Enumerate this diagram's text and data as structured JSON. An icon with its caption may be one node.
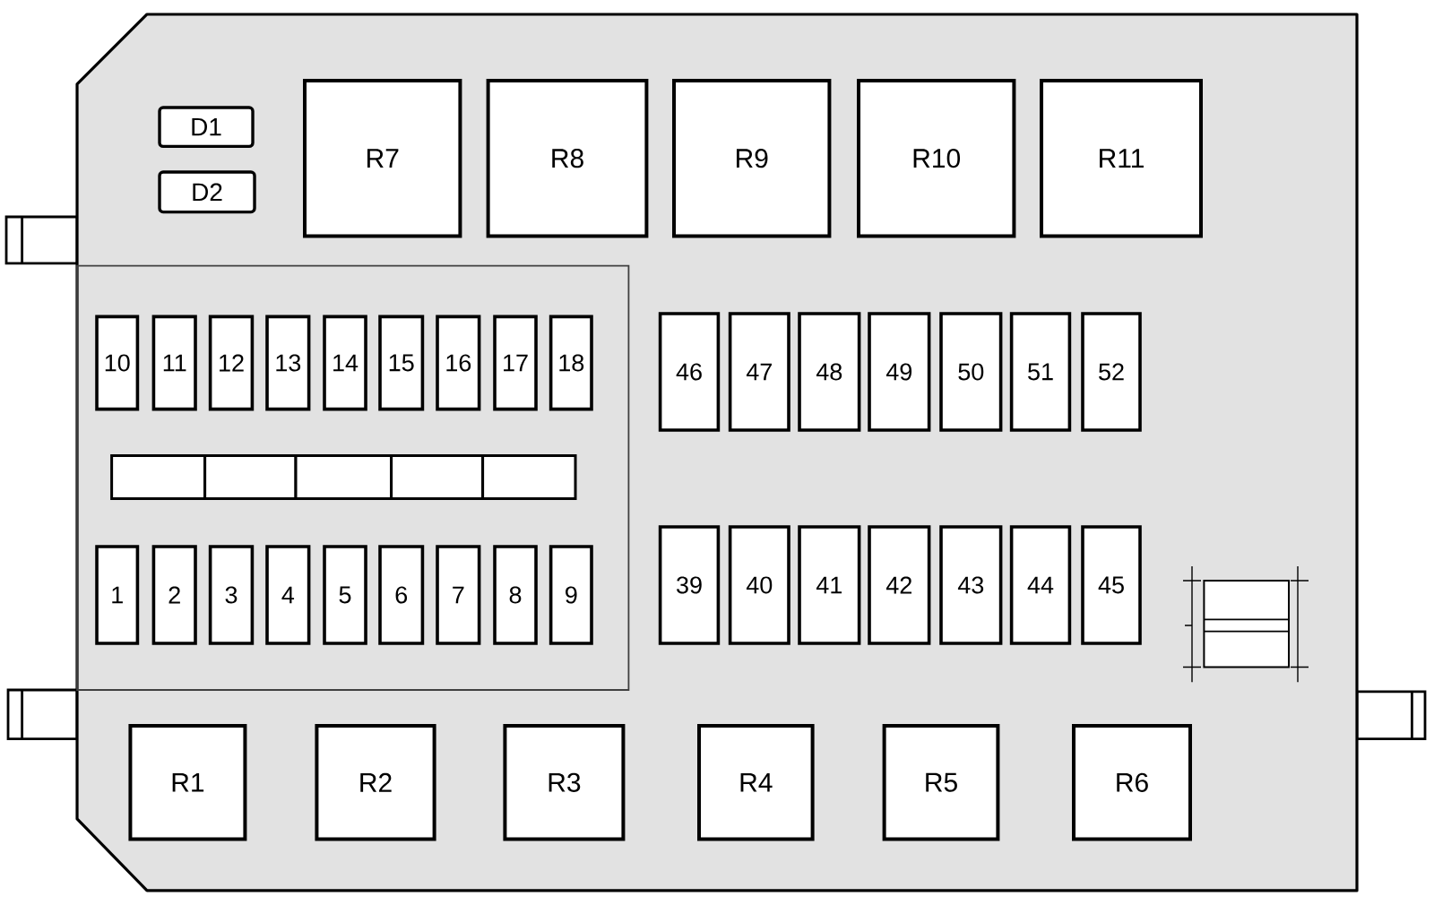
{
  "diagram": {
    "nodes": [
      {
        "text": [
          "D1"
        ]
      },
      {
        "text": [
          "D2"
        ]
      },
      {
        "text": [
          "R7"
        ]
      },
      {
        "text": [
          "R8"
        ]
      },
      {
        "text": [
          "R9"
        ]
      },
      {
        "text": [
          "R10"
        ]
      },
      {
        "text": [
          "R11"
        ]
      },
      {
        "text": [
          "10"
        ]
      },
      {
        "text": [
          "11"
        ]
      },
      {
        "text": [
          "12"
        ]
      },
      {
        "text": [
          "13"
        ]
      },
      {
        "text": [
          "14"
        ]
      },
      {
        "text": [
          "15"
        ]
      },
      {
        "text": [
          "16"
        ]
      },
      {
        "text": [
          "17"
        ]
      },
      {
        "text": [
          "18"
        ]
      },
      {
        "text": [
          "46"
        ]
      },
      {
        "text": [
          "47"
        ]
      },
      {
        "text": [
          "48"
        ]
      },
      {
        "text": [
          "49"
        ]
      },
      {
        "text": [
          "50"
        ]
      },
      {
        "text": [
          "51"
        ]
      },
      {
        "text": [
          "52"
        ]
      },
      {
        "text": [],
        "shape": "box"
      },
      {
        "text": [],
        "shape": "box"
      },
      {
        "text": [],
        "shape": "box"
      },
      {
        "text": [],
        "shape": "box"
      },
      {
        "text": [],
        "shape": "box"
      },
      {
        "text": [
          "1"
        ]
      },
      {
        "text": [
          "2"
        ]
      },
      {
        "text": [
          "3"
        ]
      },
      {
        "text": [
          "4"
        ]
      },
      {
        "text": [
          "5"
        ]
      },
      {
        "text": [
          "6"
        ]
      },
      {
        "text": [
          "7"
        ]
      },
      {
        "text": [
          "8"
        ]
      },
      {
        "text": [
          "9"
        ]
      },
      {
        "text": [
          "39"
        ]
      },
      {
        "text": [
          "40"
        ]
      },
      {
        "text": [
          "41"
        ]
      },
      {
        "text": [
          "42"
        ]
      },
      {
        "text": [
          "43"
        ]
      },
      {
        "text": [
          "44"
        ]
      },
      {
        "text": [
          "45"
        ]
      },
      {
        "text": [
          "R1"
        ]
      },
      {
        "text": [
          "R2"
        ]
      },
      {
        "text": [
          "R3"
        ]
      },
      {
        "text": [
          "R4"
        ]
      },
      {
        "text": [
          "R5"
        ]
      },
      {
        "text": [
          "R6"
        ]
      }
    ]
  }
}
